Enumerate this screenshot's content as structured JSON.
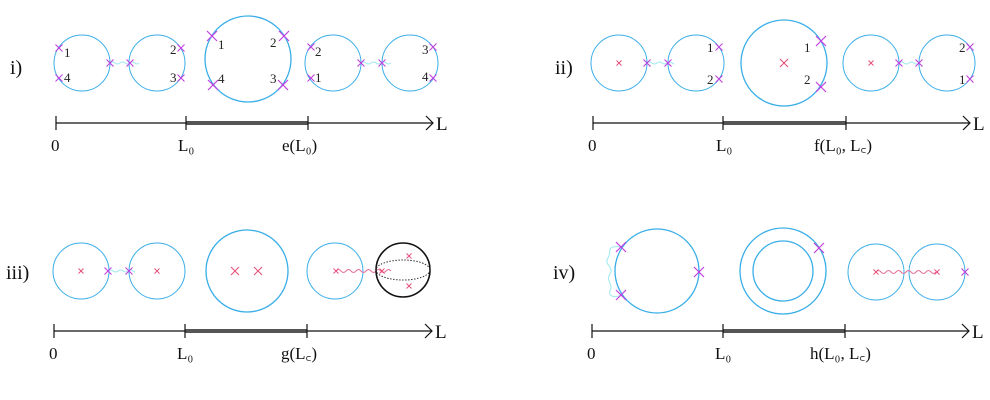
{
  "colors": {
    "circle": "#3aaee8",
    "open_string": "#9de8f0",
    "closed_string": "#e8709a",
    "boundary_mark": "#c040e0",
    "bulk_mark": "#e8507a",
    "axis": "#111111",
    "axis_band": "#555555",
    "sphere": "#111111"
  },
  "panels": [
    {
      "id": "i",
      "label": "i)",
      "axis": {
        "origin": "0",
        "tick1": "L₀",
        "tick2": "e(L₀)",
        "end": "L"
      },
      "point_labels": {
        "c1": [
          "1",
          "4"
        ],
        "c2": [
          "2",
          "3"
        ],
        "big": [
          "1",
          "2",
          "4",
          "3"
        ],
        "c4": [
          "2",
          "1"
        ],
        "c5": [
          "3",
          "4"
        ]
      }
    },
    {
      "id": "ii",
      "label": "ii)",
      "axis": {
        "origin": "0",
        "tick1": "L₀",
        "tick2": "f(L₀, L꜀)",
        "end": "L"
      },
      "point_labels": {
        "c2": [
          "1",
          "2"
        ],
        "big": [
          "1",
          "2"
        ],
        "c5": [
          "2",
          "1"
        ]
      }
    },
    {
      "id": "iii",
      "label": "iii)",
      "axis": {
        "origin": "0",
        "tick1": "L₀",
        "tick2": "g(L꜀)",
        "end": "L"
      }
    },
    {
      "id": "iv",
      "label": "iv)",
      "axis": {
        "origin": "0",
        "tick1": "L₀",
        "tick2": "h(L₀, L꜀)",
        "end": "L"
      }
    }
  ]
}
